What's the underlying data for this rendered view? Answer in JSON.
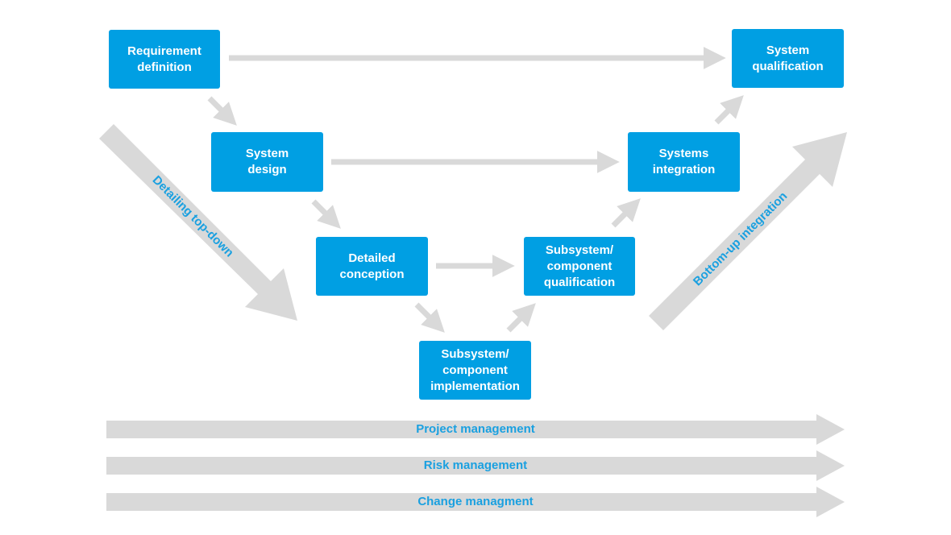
{
  "boxes": {
    "requirement_definition": "Requirement\ndefinition",
    "system_qualification": "System\nqualification",
    "system_design": "System\ndesign",
    "systems_integration": "Systems\nintegration",
    "detailed_conception": "Detailed\nconception",
    "subsystem_qualification": "Subsystem/\ncomponent\nqualification",
    "subsystem_implementation": "Subsystem/\ncomponent\nimplementation"
  },
  "diagonals": {
    "top_down": "Detailing top-down",
    "bottom_up": "Bottom-up integration"
  },
  "bands": {
    "project": "Project management",
    "risk": "Risk management",
    "change": "Change managment"
  },
  "colors": {
    "box": "#009fe3",
    "arrow": "#d9d9d9",
    "label": "#1aa0e0"
  }
}
